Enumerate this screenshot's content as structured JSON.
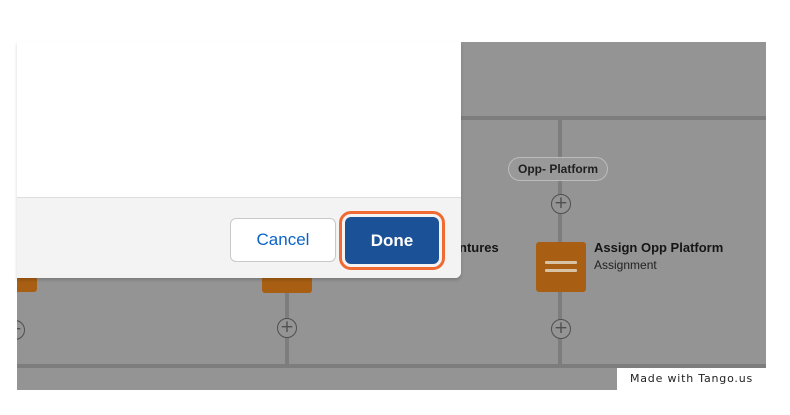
{
  "modal": {
    "cancel_label": "Cancel",
    "done_label": "Done"
  },
  "flow": {
    "decision_outcome_label": "Opp- Platform",
    "node_partial_label": "ntures",
    "assign_node": {
      "title": "Assign Opp Platform",
      "subtitle": "Assignment"
    },
    "plus_symbol": "+"
  },
  "watermark": "Made with Tango.us",
  "colors": {
    "canvas_overlay": "#949494",
    "node_orange": "#a85f13",
    "done_button": "#1b5297",
    "highlight_ring": "#f06a33",
    "link_blue": "#0b63c7"
  }
}
